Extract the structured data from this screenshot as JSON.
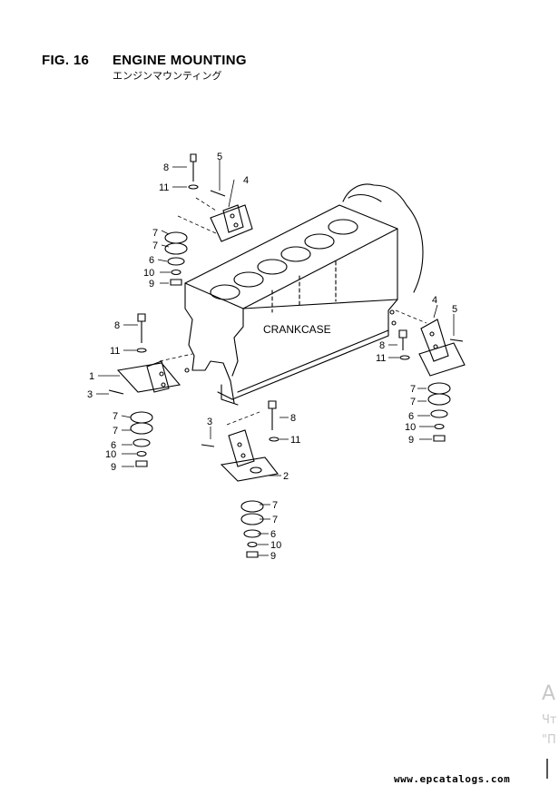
{
  "figure": {
    "number": "FIG. 16",
    "title": "ENGINE MOUNTING",
    "title_jp": "エンジンマウンティング"
  },
  "diagram": {
    "main_label": "CRANKCASE",
    "callouts": [
      "8",
      "11",
      "5",
      "4",
      "7",
      "7",
      "6",
      "10",
      "9",
      "8",
      "11",
      "1",
      "3",
      "7",
      "7",
      "6",
      "10",
      "9",
      "3",
      "8",
      "11",
      "2",
      "7",
      "7",
      "6",
      "10",
      "9",
      "4",
      "5",
      "8",
      "11",
      "7",
      "7",
      "6",
      "10",
      "9"
    ]
  },
  "watermark": {
    "line1": "A",
    "line2": "Чт",
    "line3": "\"П"
  },
  "footer": {
    "site": "www.epcatalogs.com"
  }
}
